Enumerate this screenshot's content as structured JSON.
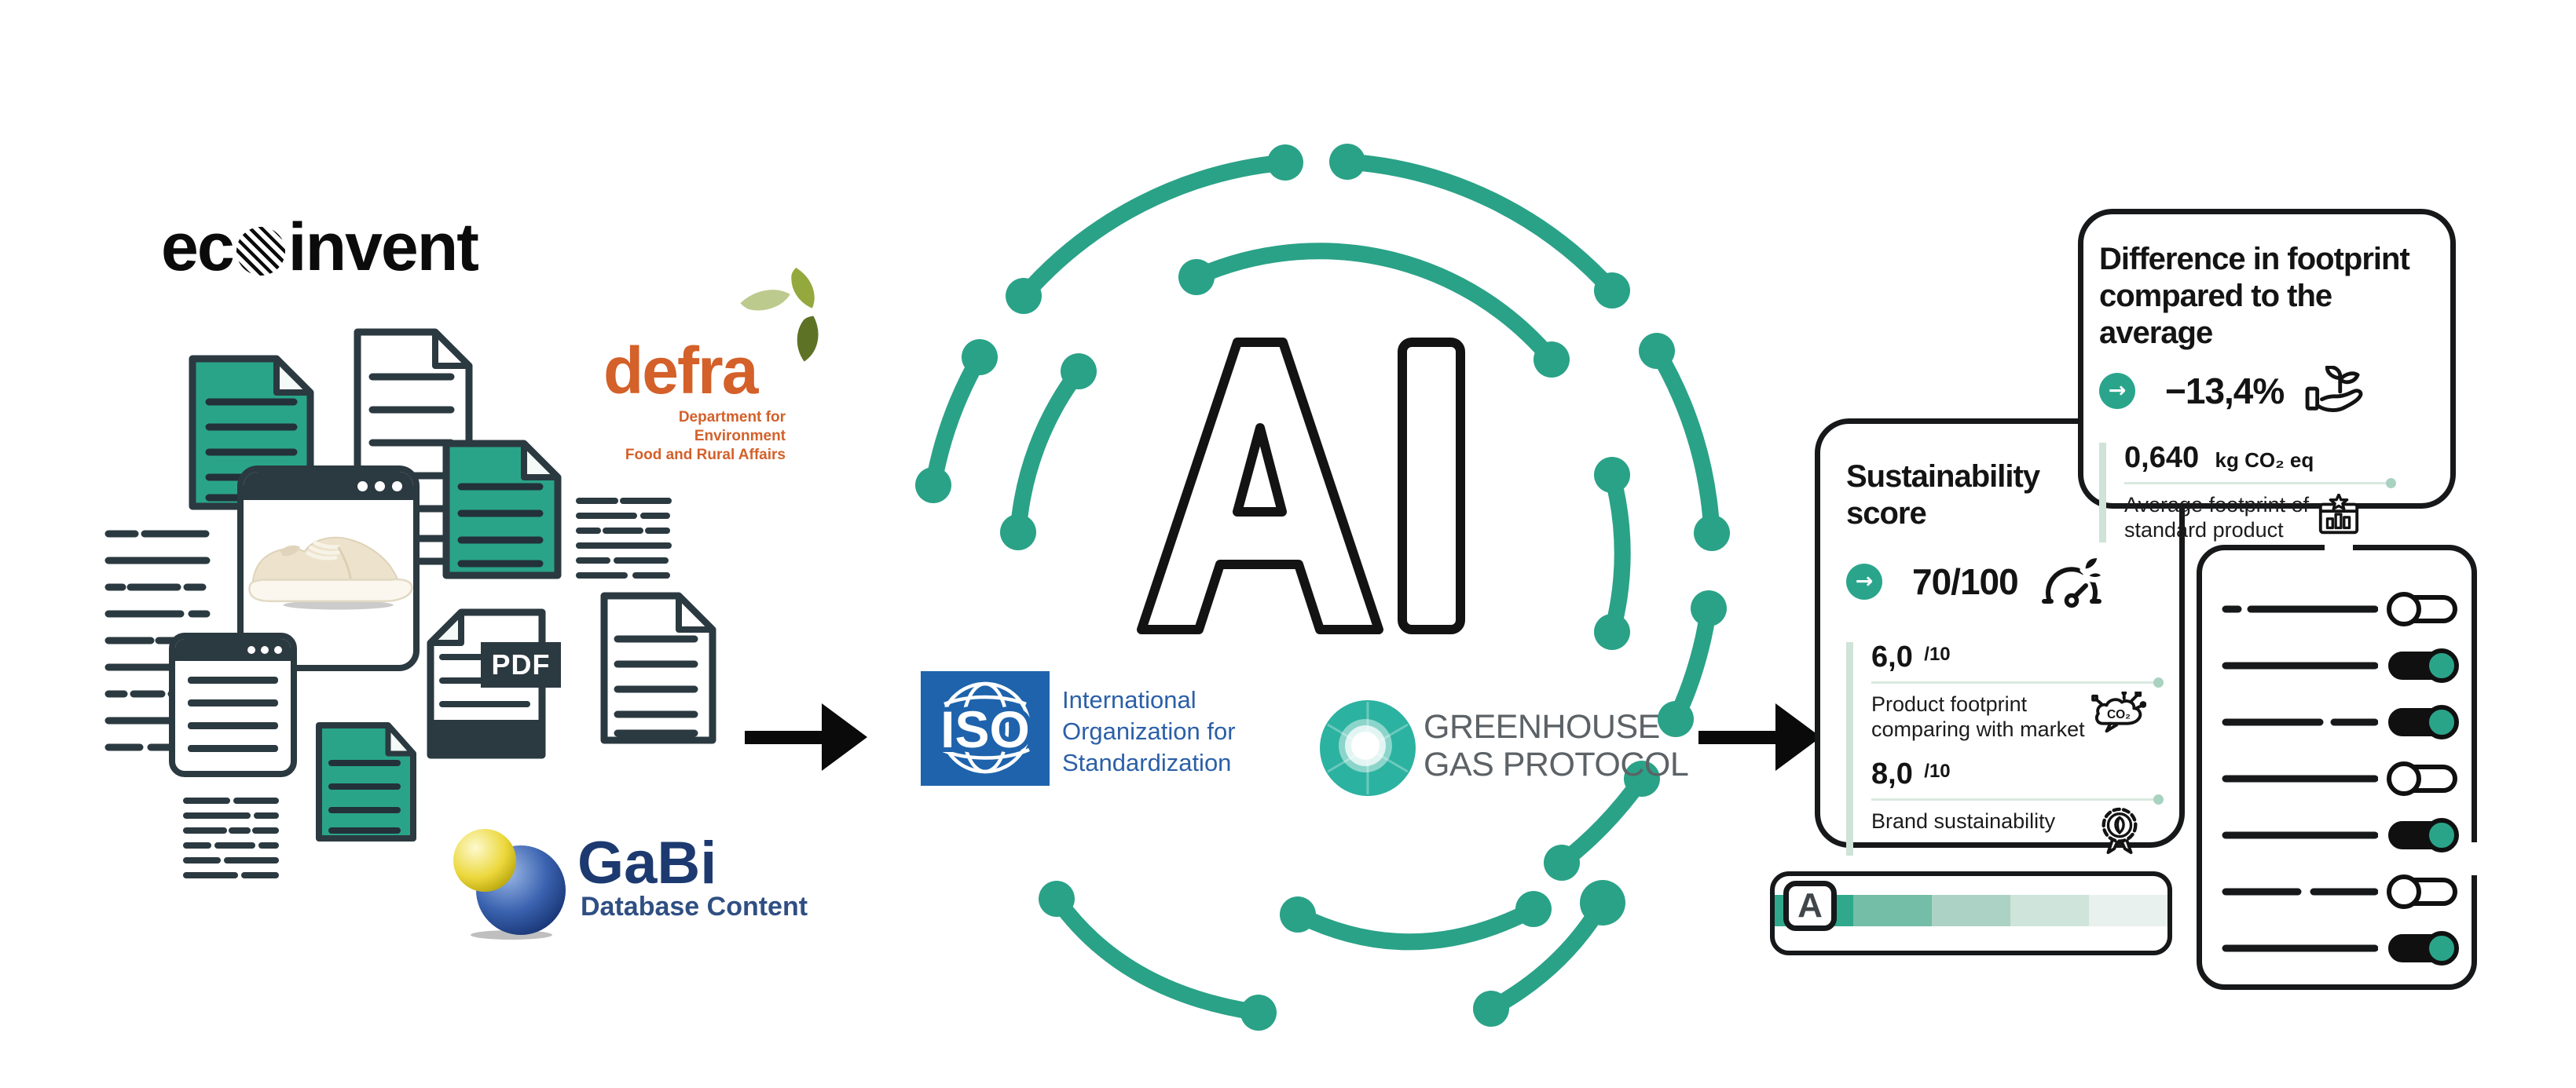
{
  "diagram": {
    "sources": {
      "ecoinvent": {
        "prefix": "ec",
        "suffix": "invent"
      },
      "defra": {
        "name": "defra",
        "dept_line1": "Department for Environment",
        "dept_line2": "Food and Rural Affairs"
      },
      "gabi": {
        "name": "GaBi",
        "subtitle": "Database Content"
      },
      "pdf_badge": "PDF"
    },
    "ai_label": "AI",
    "standards": {
      "iso": {
        "abbr": "ISO",
        "name_line1": "International",
        "name_line2": "Organization for",
        "name_line3": "Standardization"
      },
      "ghg": {
        "name_line1": "GREENHOUSE",
        "name_line2": "GAS PROTOCOL"
      }
    },
    "score_card": {
      "title_line1": "Sustainability",
      "title_line2": "score",
      "arrow_glyph": "→",
      "score": "70/100",
      "score_icon": "gauge-leaf-icon",
      "metrics": [
        {
          "value": "6,0",
          "scale": "/10",
          "label_line1": "Product footprint",
          "label_line2": "comparing with market",
          "icon": "co2-cloud-icon"
        },
        {
          "value": "8,0",
          "scale": "/10",
          "label_line1": "Brand sustainability",
          "label_line2": "",
          "icon": "eco-badge-icon"
        }
      ]
    },
    "diff_card": {
      "title_line1": "Difference in footprint",
      "title_line2": "compared to the average",
      "arrow_glyph": "→",
      "value": "−13,4%",
      "value_icon": "hand-plant-icon",
      "average": {
        "value": "0,640",
        "unit": "kg CO₂ eq",
        "label_line1": "Average footprint of",
        "label_line2": "standard product",
        "icon": "bar-chart-award-icon"
      }
    },
    "rating": {
      "grade": "A",
      "segments": [
        "#2fa88c",
        "#74bda6",
        "#abd2c4",
        "#cfe4da",
        "#e8f1ed"
      ]
    },
    "toggles": [
      {
        "on": false
      },
      {
        "on": true
      },
      {
        "on": true
      },
      {
        "on": false
      },
      {
        "on": true
      },
      {
        "on": false
      },
      {
        "on": true
      }
    ],
    "colors": {
      "teal": "#2aa489",
      "arc_teal": "#2aa287",
      "dark": "#16181a",
      "doc_outline": "#2b3940",
      "pale_green": "#cfe3d8",
      "pale_dot": "#a9d2c0",
      "iso_blue": "#1e63ac",
      "iso_text_blue": "#2b5fa8",
      "defra_orange": "#d4602a",
      "gabi_blue": "#1c3a70",
      "ghg_teal": "#2cb2a1",
      "ghg_gray": "#5c6266"
    }
  }
}
